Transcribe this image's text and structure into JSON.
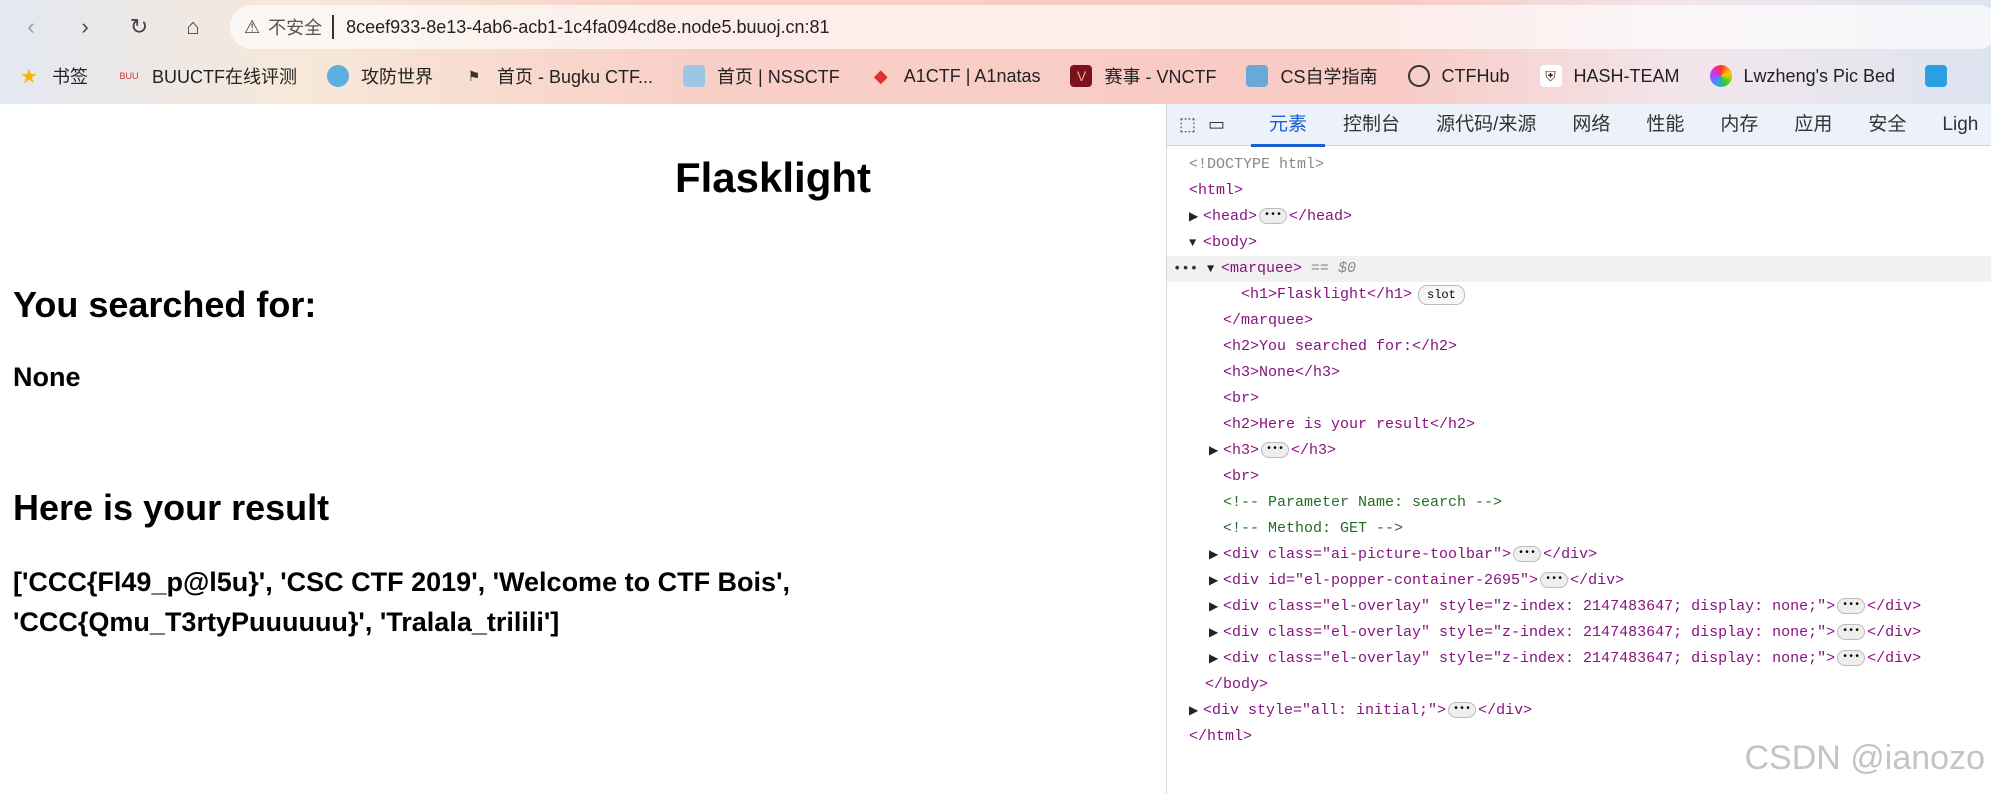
{
  "browser": {
    "url": "8ceef933-8e13-4ab6-acb1-1c4fa094cd8e.node5.buuoj.cn:81",
    "insecure_label": "不安全",
    "bookmarks": [
      {
        "label": "书签",
        "icon": "star-icon"
      },
      {
        "label": "BUUCTF在线评测",
        "icon": "buuctf-icon"
      },
      {
        "label": "攻防世界",
        "icon": "adworld-icon"
      },
      {
        "label": "首页 - Bugku CTF...",
        "icon": "bugku-icon"
      },
      {
        "label": "首页 | NSSCTF",
        "icon": "nssctf-icon"
      },
      {
        "label": "A1CTF | A1natas",
        "icon": "a1ctf-icon"
      },
      {
        "label": "赛事 - VNCTF",
        "icon": "vnctf-icon"
      },
      {
        "label": "CS自学指南",
        "icon": "cs-icon"
      },
      {
        "label": "CTFHub",
        "icon": "ctfhub-icon"
      },
      {
        "label": "HASH-TEAM",
        "icon": "hash-icon"
      },
      {
        "label": "Lwzheng's Pic Bed",
        "icon": "picbed-icon"
      }
    ]
  },
  "page": {
    "title": "Flasklight",
    "searched_heading": "You searched for:",
    "searched_value": "None",
    "result_heading": "Here is your result",
    "result_line1": "['CCC{Fl49_p@l5u}', 'CSC CTF 2019', 'Welcome to CTF Bois',",
    "result_line2": "'CCC{Qmu_T3rtyPuuuuuu}', 'Tralala_trilili']"
  },
  "devtools": {
    "tabs": [
      "元素",
      "控制台",
      "源代码/来源",
      "网络",
      "性能",
      "内存",
      "应用",
      "安全",
      "Ligh"
    ],
    "doctype": "<!DOCTYPE html>",
    "html_open": "<html>",
    "head": "<head>",
    "head_close": "</head>",
    "body": "<body>",
    "marquee": "<marquee>",
    "sel_marker": "== $0",
    "h1_line": "<h1>Flasklight</h1>",
    "slot": "slot",
    "marquee_close": "</marquee>",
    "h2_1": "<h2>You searched for:</h2>",
    "h3_1": "<h3>None</h3>",
    "br": "<br>",
    "h2_2": "<h2>Here is your result</h2>",
    "h3_open": "<h3>",
    "h3_close": "</h3>",
    "comment1": "<!-- Parameter Name: search -->",
    "comment2": "<!-- Method: GET -->",
    "div1": "<div class=\"ai-picture-toolbar\">",
    "div2": "<div id=\"el-popper-container-2695\">",
    "div_overlay": "<div class=\"el-overlay\" style=\"z-index: 2147483647; display: none;\">",
    "div_close": "</div>",
    "body_close": "</body>",
    "div_initial": "<div style=\"all: initial;\">",
    "html_close": "</html>"
  },
  "watermark": "CSDN @ianozo"
}
